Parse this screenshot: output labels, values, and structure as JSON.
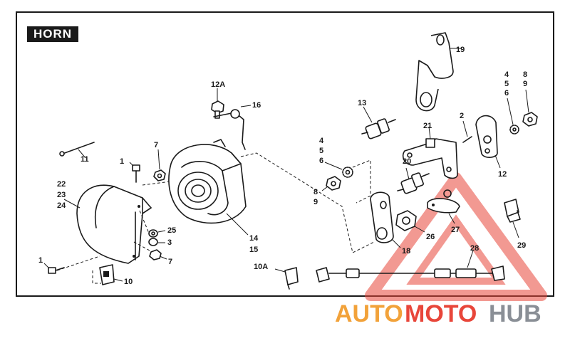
{
  "title": "HORN",
  "callouts": {
    "c1a": "1",
    "c1b": "1",
    "c2": "2",
    "c3": "3",
    "c4a": "4",
    "c5a": "5",
    "c6a": "6",
    "c4b": "4",
    "c5b": "5",
    "c6b": "6",
    "c7a": "7",
    "c7b": "7",
    "c8a": "8",
    "c9a": "9",
    "c8b": "8",
    "c9b": "9",
    "c10": "10",
    "c10a": "10A",
    "c11": "11",
    "c12": "12",
    "c12a": "12A",
    "c13": "13",
    "c14": "14",
    "c15": "15",
    "c16": "16",
    "c18": "18",
    "c19": "19",
    "c20": "20",
    "c21": "21",
    "c22": "22",
    "c23": "23",
    "c24": "24",
    "c25": "25",
    "c26": "26",
    "c27": "27",
    "c28": "28",
    "c29": "29"
  },
  "watermark": {
    "part1": "AUTO",
    "part2": "MOTO",
    "part3": "HUB",
    "accent": "#e8463a",
    "color2": "#f2a23a",
    "color3": "#8a8f96"
  }
}
